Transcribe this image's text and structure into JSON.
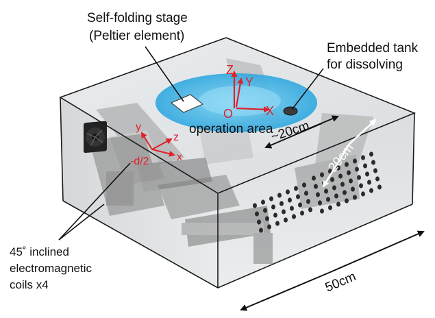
{
  "labels": {
    "stage_line1": "Self-folding stage",
    "stage_line2": "(Peltier element)",
    "tank_line1": "Embedded tank",
    "tank_line2": "for dissolving",
    "operation_area": "operation area",
    "coils_line1": "45˚ inclined",
    "coils_line2": "electromagnetic",
    "coils_line3": "coils x4",
    "dim_width": "50cm",
    "dim_area_x": "~20cm",
    "dim_area_y": "20cm"
  },
  "axes_world": {
    "z": "Z",
    "y": "Y",
    "x": "X",
    "origin": "O"
  },
  "axes_coil": {
    "y": "y",
    "z": "z",
    "x": "x",
    "offset": "-d/2"
  },
  "colors": {
    "accent_red": "#e0202a",
    "operation_area": "#3fb4e6",
    "coil": "#9a9a9a",
    "box_edge": "#1a1a1a"
  }
}
